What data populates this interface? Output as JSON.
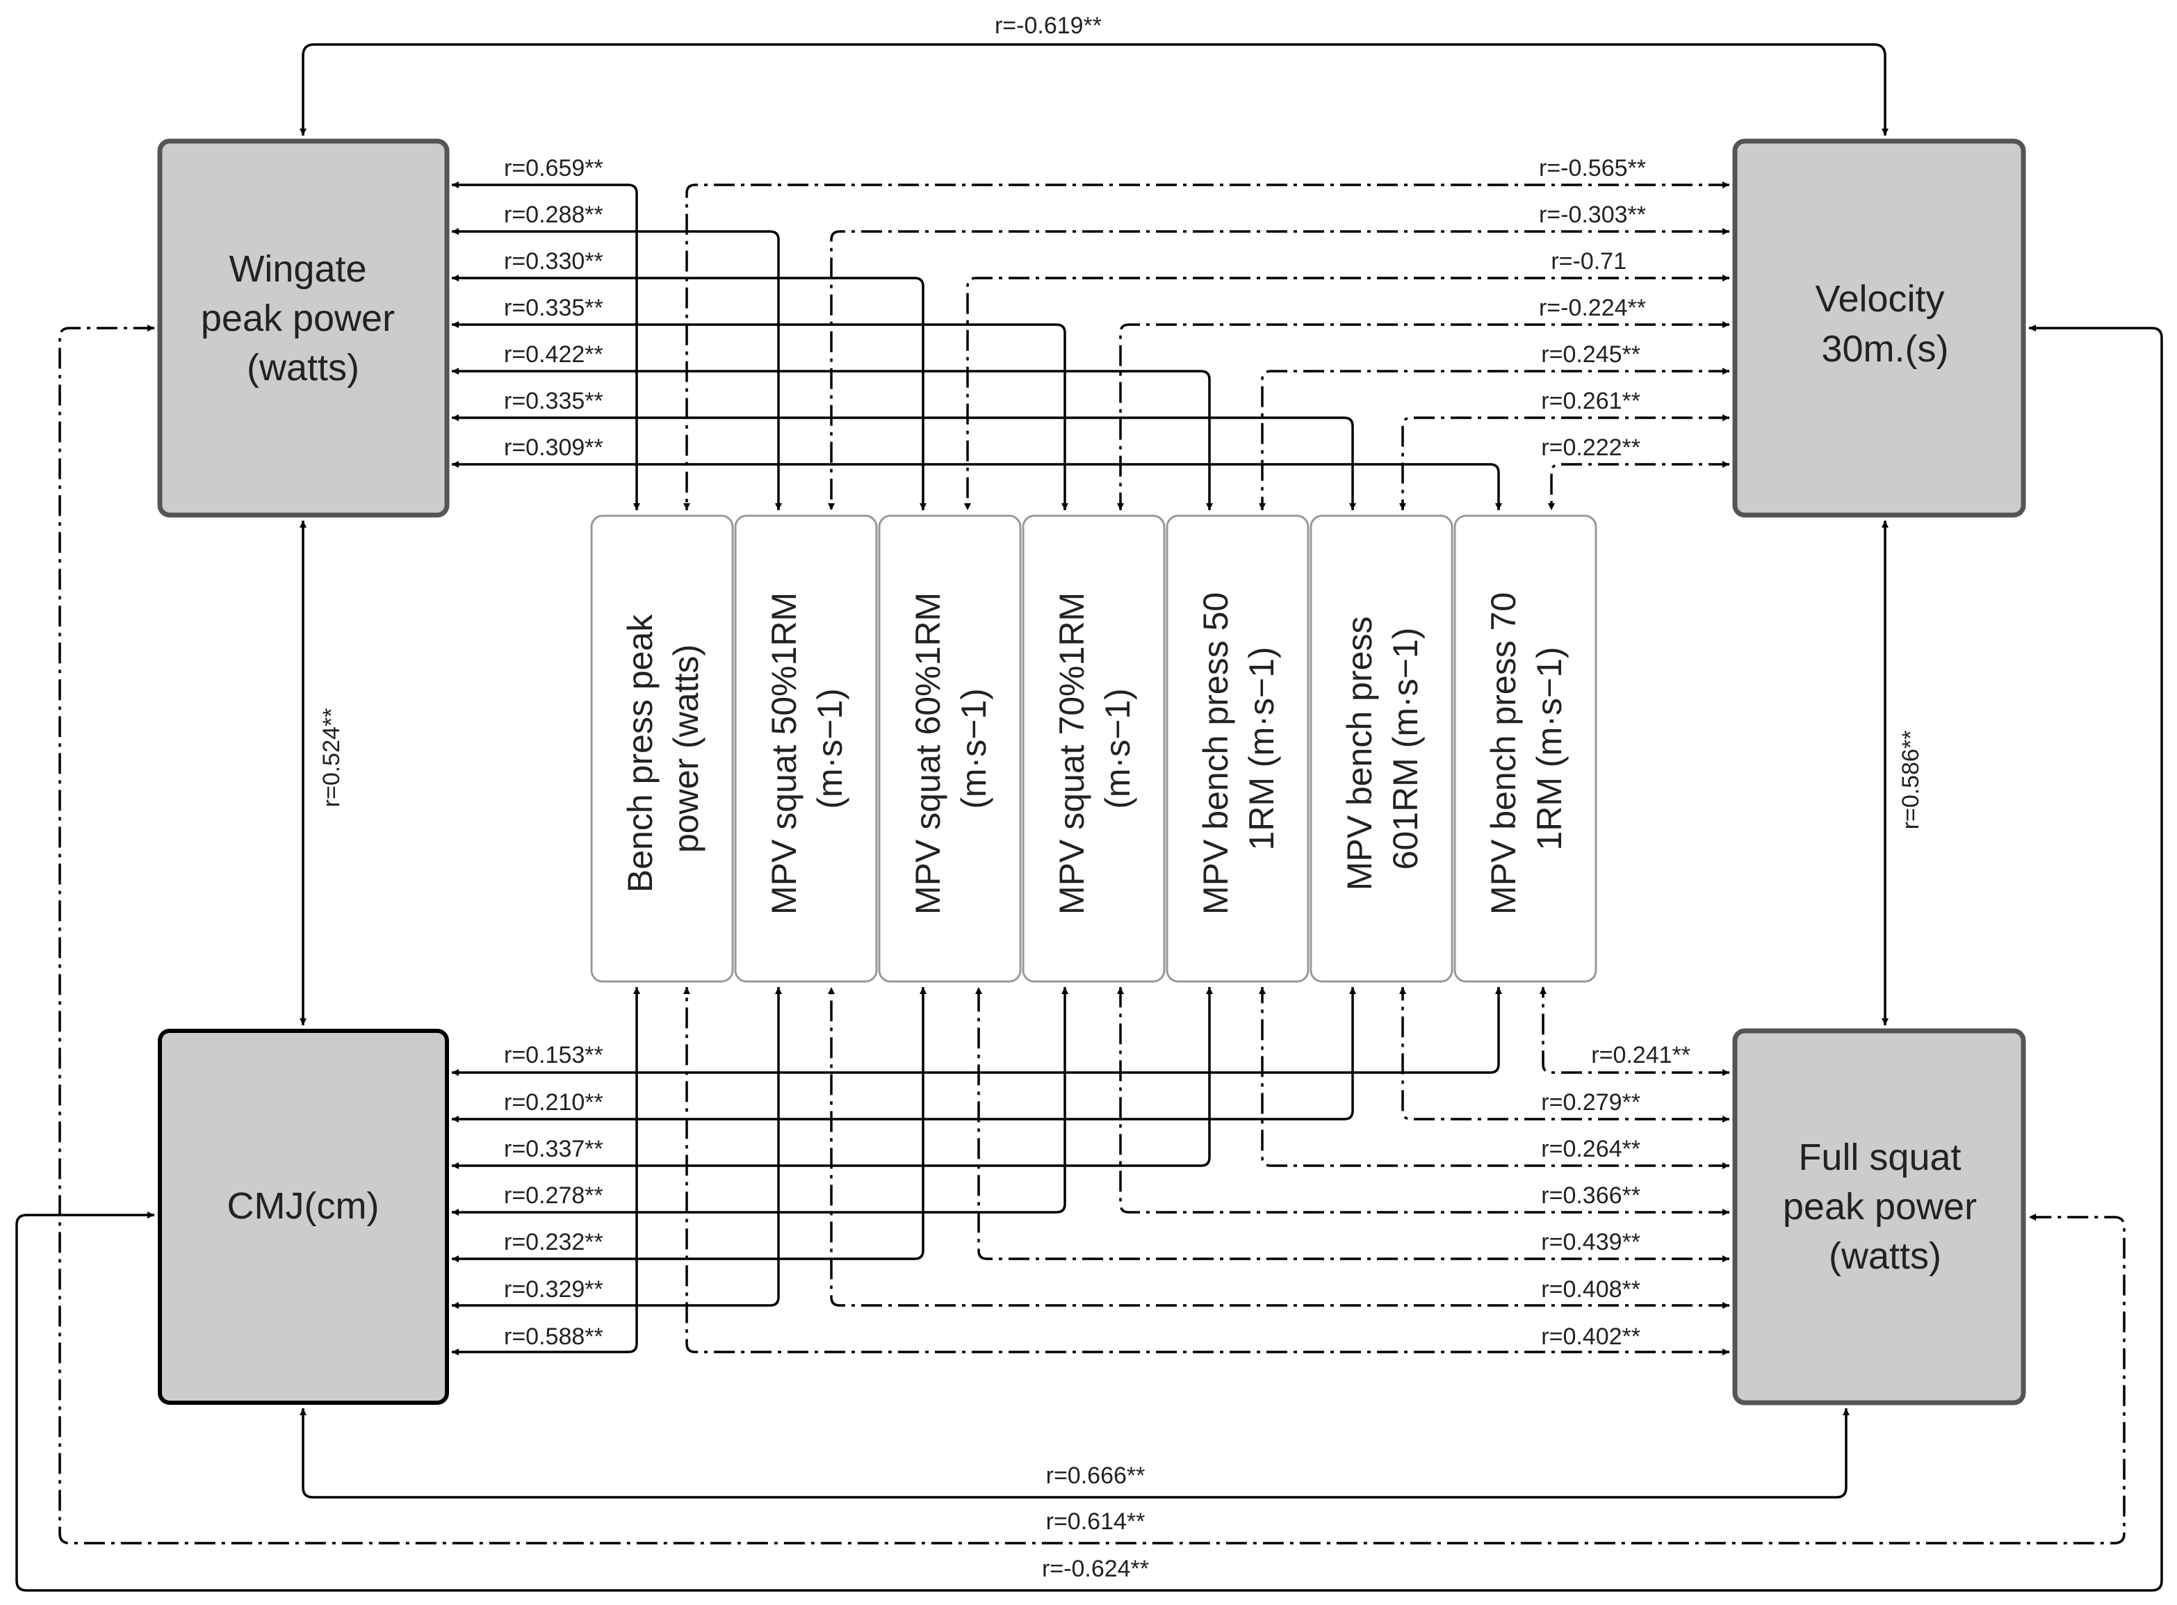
{
  "nodes": {
    "wingate": {
      "lines": [
        "Wingate",
        "peak power",
        "(watts)"
      ]
    },
    "velocity": {
      "lines": [
        "Velocity",
        "30m.(s)"
      ]
    },
    "cmj": {
      "lines": [
        "CMJ(cm)"
      ]
    },
    "squat_power": {
      "lines": [
        "Full squat",
        "peak power",
        "(watts)"
      ]
    }
  },
  "measures": [
    {
      "lines": [
        "Bench press peak",
        "power (watts)"
      ]
    },
    {
      "lines": [
        "MPV  squat 50%1RM",
        "(m·s−1)"
      ]
    },
    {
      "lines": [
        "MPV  squat 60%1RM",
        "(m·s−1)"
      ]
    },
    {
      "lines": [
        "MPV  squat 70%1RM",
        "(m·s−1)"
      ]
    },
    {
      "lines": [
        "MPV bench press 50",
        "1RM (m·s−1)"
      ]
    },
    {
      "lines": [
        "MPV bench press",
        "601RM (m·s−1)"
      ]
    },
    {
      "lines": [
        "MPV bench press 70",
        "1RM (m·s−1)"
      ]
    }
  ],
  "correlations": {
    "wingate_velocity": "r=-0.619**",
    "wingate_cmj": "r=0.524**",
    "velocity_squat_power": "r=0.586**",
    "cmj_squat_power": "r=0.666**",
    "wingate_squat_power": "r=0.614**",
    "cmj_velocity": "r=-0.624**",
    "wingate_measures": [
      "r=0.659**",
      "r=0.288**",
      "r=0.330**",
      "r=0.335**",
      "r=0.422**",
      "r=0.335**",
      "r=0.309**"
    ],
    "velocity_measures": [
      "r=-0.565**",
      "r=-0.303**",
      "r=-0.71",
      "r=-0.224**",
      "r=0.245**",
      "r=0.261**",
      "r=0.222**"
    ],
    "cmj_measures": [
      "r=0.588**",
      "r=0.329**",
      "r=0.232**",
      "r=0.278**",
      "r=0.337**",
      "r=0.210**",
      "r=0.153**"
    ],
    "squat_power_measures": [
      "r=0.402**",
      "r=0.408**",
      "r=0.439**",
      "r=0.366**",
      "r=0.264**",
      "r=0.279**",
      "r=0.241**"
    ]
  }
}
